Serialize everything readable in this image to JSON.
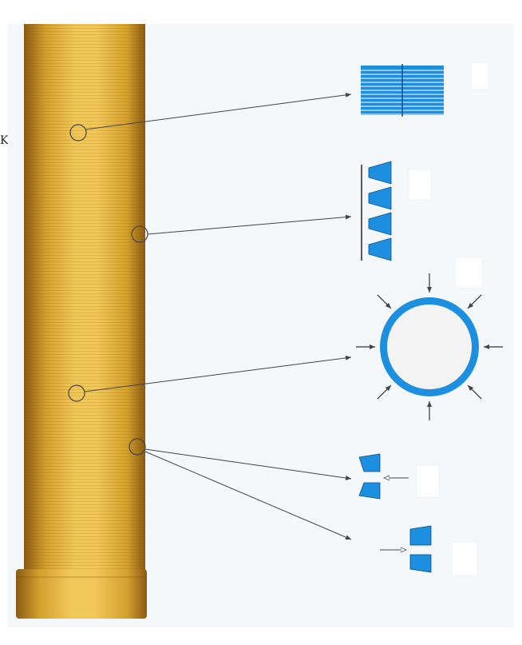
{
  "figure": {
    "left_mark": "K",
    "colors": {
      "background": "#f4f8fb",
      "pipe_light": "#f2c85a",
      "pipe_mid": "#d4a02e",
      "pipe_dark": "#8a5a12",
      "part_blue": "#1c8fe0",
      "part_stroke": "#0b4f8a",
      "leader_line": "#444444",
      "label_box": "#ffffff"
    },
    "parts": [
      {
        "name": "slot-grid",
        "icon": "blue-horizontal-slot-grid",
        "label": ""
      },
      {
        "name": "trapezoid-wire-stack",
        "icon": "blue-trapezoid-wire-stack",
        "label": ""
      },
      {
        "name": "ring-cross-section",
        "icon": "blue-ring-with-pressure-arrows",
        "label": ""
      },
      {
        "name": "slot-opening-inward",
        "icon": "blue-wedge-pair-inward-arrow",
        "label": ""
      },
      {
        "name": "slot-opening-outward",
        "icon": "blue-wedge-pair-outward-arrow",
        "label": ""
      }
    ]
  }
}
